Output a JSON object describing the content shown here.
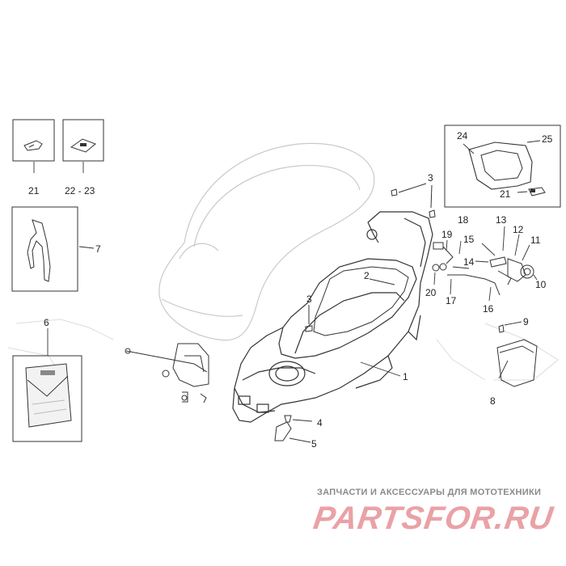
{
  "diagram": {
    "callouts": {
      "c1": "1",
      "c2": "2",
      "c3a": "3",
      "c3b": "3",
      "c4": "4",
      "c5": "5",
      "c6": "6",
      "c7": "7",
      "c8": "8",
      "c9": "9",
      "c10": "10",
      "c11": "11",
      "c12": "12",
      "c13": "13",
      "c14": "14",
      "c15": "15",
      "c16": "16",
      "c17": "17",
      "c18": "18",
      "c19": "19",
      "c20": "20",
      "c21a": "21",
      "c21b": "21",
      "c2223": "22 - 23",
      "c24": "24",
      "c25": "25"
    }
  },
  "watermark": {
    "tagline": "ЗАПЧАСТИ И АКСЕССУАРЫ ДЛЯ МОТОТЕХНИКИ",
    "brand": "PARTSFOR.RU"
  },
  "colors": {
    "line": "#333333",
    "faint": "#d0d0d0",
    "brand": "#e9a2a6",
    "tagline": "#8a8a8a"
  }
}
